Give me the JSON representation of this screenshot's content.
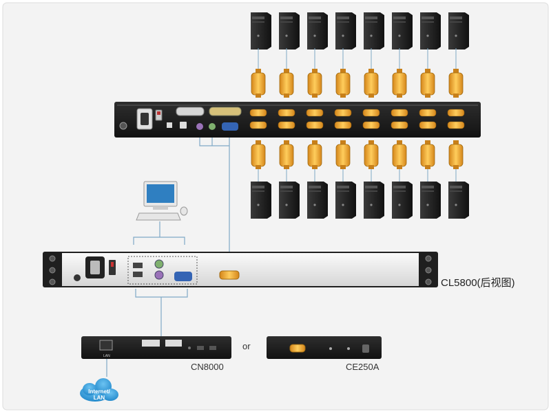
{
  "labels": {
    "cl5800": "CL5800(后视图)",
    "cn8000": "CN8000",
    "ce250a": "CE250A",
    "or": "or",
    "cloud": "Internet/ LAN",
    "cn8000_port": "LAN"
  },
  "computers": {
    "top_count": 8,
    "bottom_count": 8
  },
  "colors": {
    "panel_background": "#f3f3f3",
    "device_body": "#1c1c1c",
    "rack_unit": "#ececec",
    "connector": "#f0a520",
    "cable": "#7fa9c6",
    "cloud": "#3aa1e0"
  }
}
